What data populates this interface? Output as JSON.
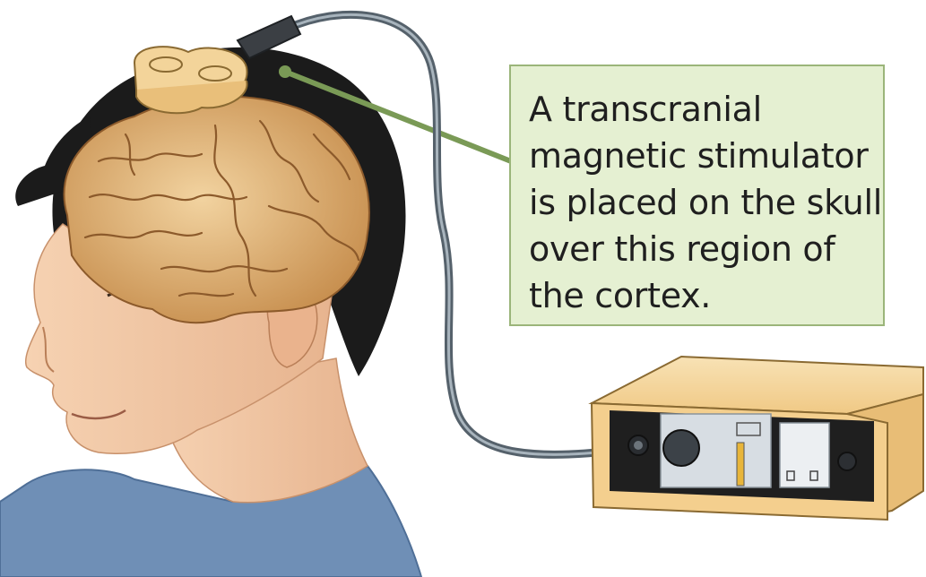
{
  "callout": {
    "text": "A transcranial\nmagnetic stimulator\nis placed on the skull\nover this region of\nthe cortex."
  },
  "illustration": {
    "subject": "person-head-with-exposed-brain",
    "device": "transcranial-magnetic-stimulator-coil",
    "control_unit": "stimulator-control-box",
    "colors": {
      "callout_fill": "#e5f0d2",
      "callout_border": "#9bb57a",
      "leader_line": "#7a9a56",
      "brain": "#d9a868",
      "skin": "#f2c7a4",
      "hair": "#1b1b1b",
      "shirt": "#6f8fb6",
      "device_body": "#f3d49a",
      "cable": "#55616b"
    }
  }
}
